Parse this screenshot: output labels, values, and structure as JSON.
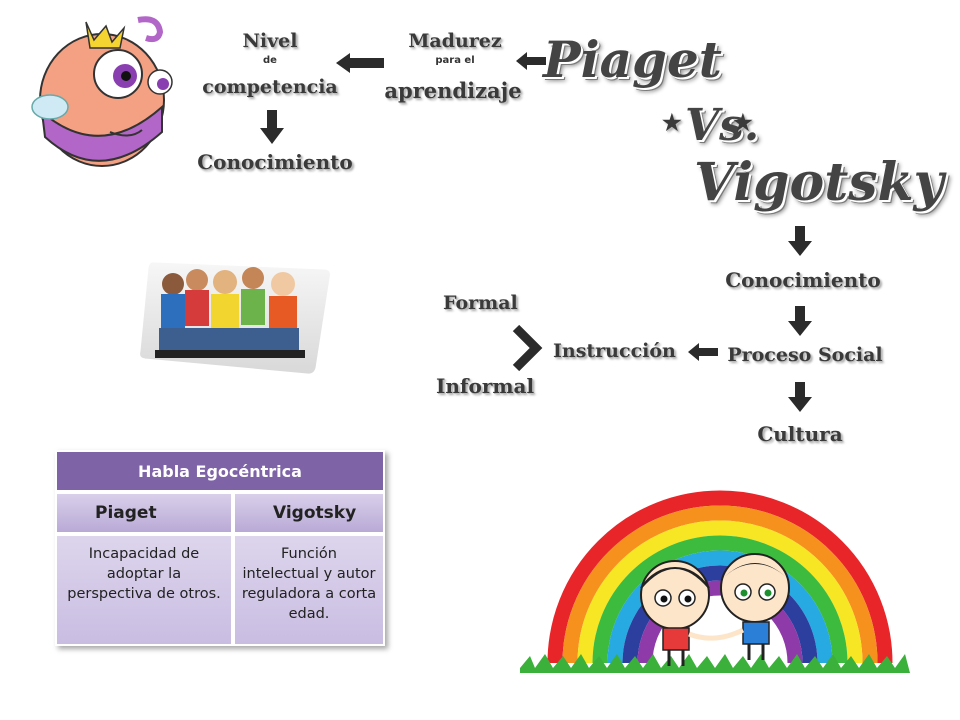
{
  "title": {
    "piaget": "Piaget",
    "vs": "Vs.",
    "vigotsky": "Vigotsky"
  },
  "piaget_chain": {
    "madurez": "Madurez",
    "para_el": "para el",
    "aprendizaje": "aprendizaje",
    "nivel": "Nivel",
    "de": "de",
    "competencia": "competencia",
    "conocimiento": "Conocimiento"
  },
  "vigotsky_chain": {
    "conocimiento": "Conocimiento",
    "proceso_social": "Proceso Social",
    "cultura": "Cultura",
    "instruccion": "Instrucción",
    "formal": "Formal",
    "informal": "Informal"
  },
  "table": {
    "header": "Habla Egocéntrica",
    "columns": [
      "Piaget",
      "Vigotsky"
    ],
    "rows": [
      [
        "Incapacidad de adoptar la perspectiva de otros.",
        "Función intelectual y autor reguladora a corta edad."
      ]
    ]
  },
  "colors": {
    "table_header": "#7e64a6",
    "arrow": "#2b2b2b"
  }
}
